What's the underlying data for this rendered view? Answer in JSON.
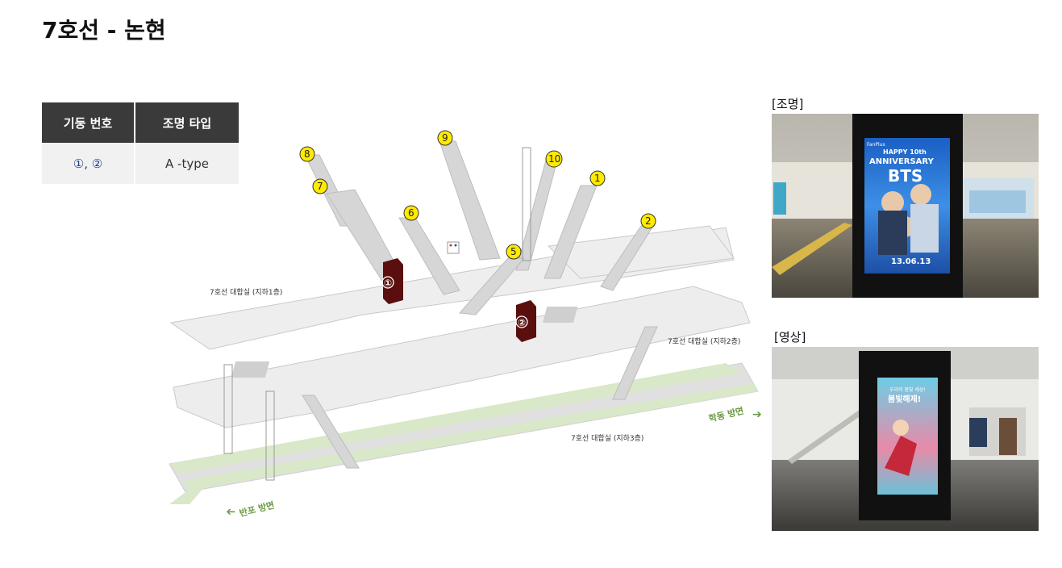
{
  "page": {
    "title": "7호선 - 논현"
  },
  "table": {
    "headers": [
      "기둥 번호",
      "조명 타입"
    ],
    "rows": [
      {
        "pillars": "①, ②",
        "type": "A -type"
      }
    ]
  },
  "map": {
    "levels": {
      "b1": "7호선 대합실 (지하1층)",
      "b2": "7호선 대합실 (지하2층)",
      "b3": "7호선 대합실 (지하3층)"
    },
    "directions": {
      "left": "반포 방면",
      "right": "학동 방면"
    },
    "exits": [
      "1",
      "2",
      "5",
      "6",
      "7",
      "8",
      "9",
      "10"
    ],
    "pillars": [
      "①",
      "②"
    ],
    "colors": {
      "pillar": "#5a0e0e",
      "exit_marker": "#ffea00",
      "track": "#d9e8c8",
      "floor": "#ededed",
      "direction": "#6b9a45"
    }
  },
  "photos": {
    "lighting": {
      "caption": "[조명]",
      "brand": "FanPlus",
      "headline_1": "HAPPY 10th",
      "headline_2": "ANNIVERSARY",
      "headline_3": "BTS",
      "date": "13.06.13"
    },
    "video": {
      "caption": "[영상]",
      "headline_1": "우리의 봄빛 세상!",
      "headline_2": "봄빛해제!"
    }
  }
}
